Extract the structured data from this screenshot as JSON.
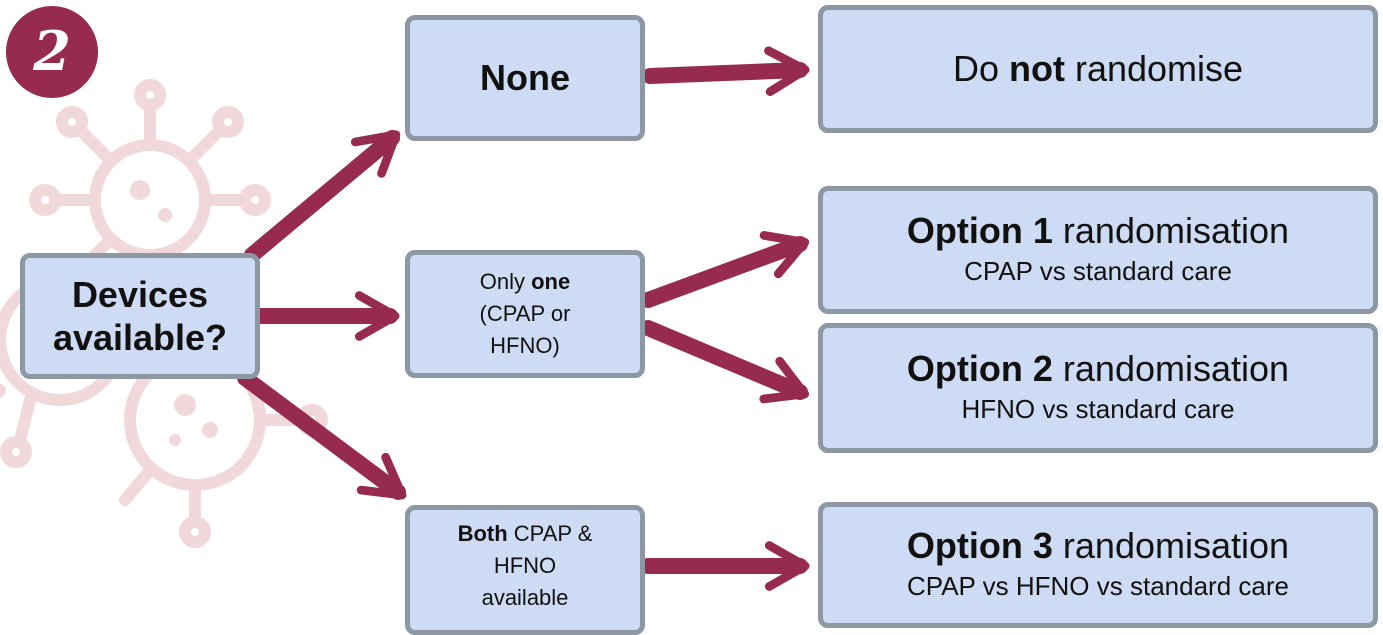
{
  "step_badge": {
    "number": "2",
    "color": "#962b4f"
  },
  "colors": {
    "box_fill": "#cddcf4",
    "box_border": "#8d98a4",
    "arrow": "#962b4f",
    "virus": "#f0d8db"
  },
  "question": {
    "line1": "Devices",
    "line2": "available?"
  },
  "none_box": {
    "label": "None"
  },
  "one_box": {
    "line1_prefix": "Only ",
    "line1_bold": "one",
    "line2": "(CPAP or",
    "line3": "HFNO)"
  },
  "both_box": {
    "line1_bold": "Both",
    "line1_rest": " CPAP &",
    "line2": "HFNO",
    "line3": "available"
  },
  "outcome_none": {
    "prefix": "Do ",
    "bold": "not",
    "suffix": " randomise"
  },
  "option1": {
    "bold": "Option 1",
    "rest": " randomisation",
    "sub": "CPAP vs standard care"
  },
  "option2": {
    "bold": "Option 2",
    "rest": " randomisation",
    "sub": "HFNO vs standard care"
  },
  "option3": {
    "bold": "Option 3",
    "rest": " randomisation",
    "sub": "CPAP vs HFNO vs standard care"
  }
}
